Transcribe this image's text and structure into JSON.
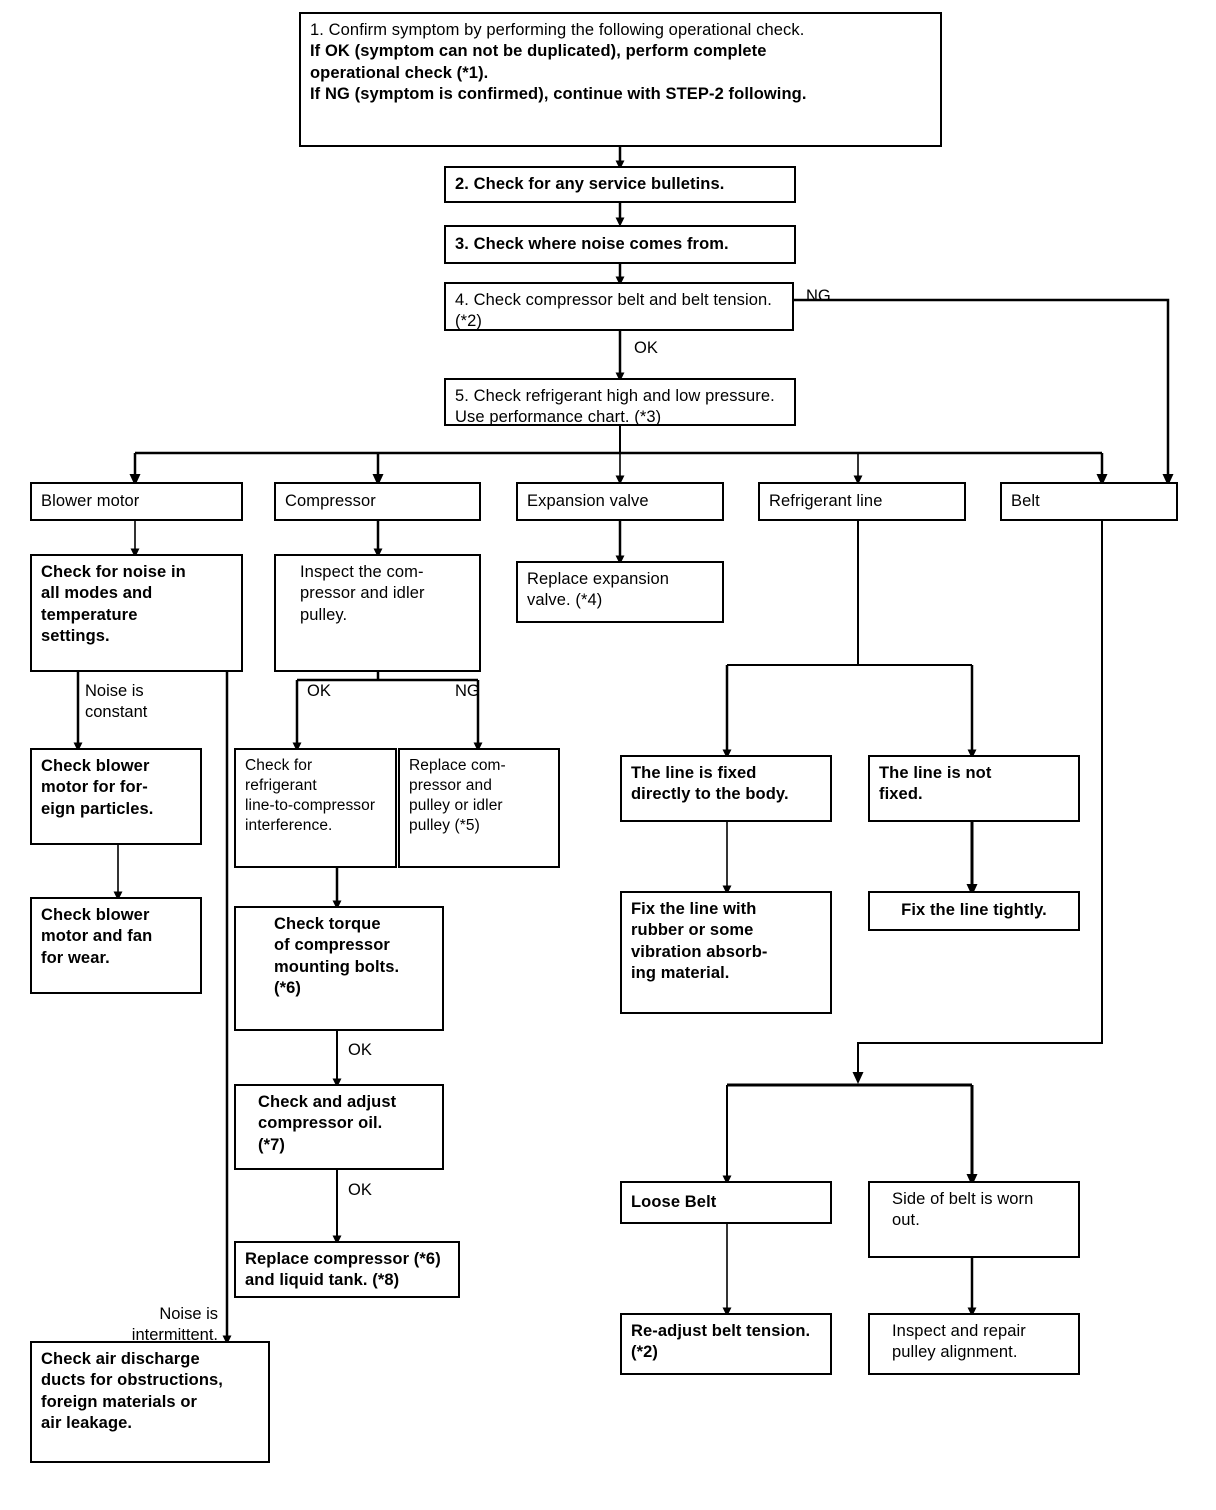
{
  "diagram": {
    "title": "A/C noise diagnosis flow chart",
    "line_color": "#000000",
    "box_border_color": "#000000",
    "box_fill_color": "#ffffff"
  },
  "nodes": {
    "step1_line1": "1. Confirm symptom by performing the following operational check.",
    "step1_line2": "If OK (symptom can not be duplicated), perform complete",
    "step1_line3": "operational check (*1).",
    "step1_line4": "If NG (symptom is confirmed), continue with STEP-2 following.",
    "step2": "2. Check for any service bulletins.",
    "step3": "3. Check where noise comes from.",
    "step4": "4. Check compressor belt and belt tension.\n(*2)",
    "step5": "5. Check refrigerant high and low pressure.\nUse performance chart. (*3)",
    "cat_blower_motor": "Blower motor",
    "cat_compressor": "Compressor",
    "cat_expansion_valve": "Expansion valve",
    "cat_refrigerant_line": "Refrigerant line",
    "cat_belt": "Belt",
    "blower_check_noise": "Check for noise in\nall modes and\ntemperature\nsettings.",
    "blower_foreign_particles": "Check blower\nmotor for for-\neign particles.",
    "blower_fan_wear": "Check blower\nmotor and fan\nfor wear.",
    "blower_air_ducts": "Check air discharge\nducts for obstructions,\nforeign materials or\nair leakage.",
    "comp_inspect": "Inspect the com-\npressor and idler\npulley.",
    "comp_check_interference": "Check for\nrefrigerant\nline-to-compressor\ninterference.",
    "comp_replace_pulley": "Replace com-\npressor and\npulley or idler\npulley (*5)",
    "comp_check_torque": "Check torque\nof compressor\nmounting bolts.\n(*6)",
    "comp_check_oil": "Check and adjust\ncompressor oil.\n(*7)",
    "comp_replace": "Replace compressor (*6)\nand liquid tank. (*8)",
    "exp_replace_valve": "Replace expansion\nvalve. (*4)",
    "line_fixed_body": "The line is fixed\ndirectly to the body.",
    "line_not_fixed": "The line is not\nfixed.",
    "fix_line_rubber": "Fix the line with\nrubber or some\nvibration absorb-\ning material.",
    "fix_line_tightly": "Fix the line tightly.",
    "belt_loose": "Loose Belt",
    "belt_worn": "Side of belt is worn\nout.",
    "belt_readjust": "Re-adjust belt tension.\n(*2)",
    "belt_inspect_pulley": "Inspect and repair\npulley alignment."
  },
  "edge_labels": {
    "step4_ng": "NG",
    "step4_ok": "OK",
    "blower_noise_constant": "Noise is\nconstant",
    "blower_noise_intermittent": "Noise is\nintermittent.",
    "comp_ok": "OK",
    "comp_ng": "NG",
    "torque_ok": "OK",
    "oil_ok": "OK"
  }
}
